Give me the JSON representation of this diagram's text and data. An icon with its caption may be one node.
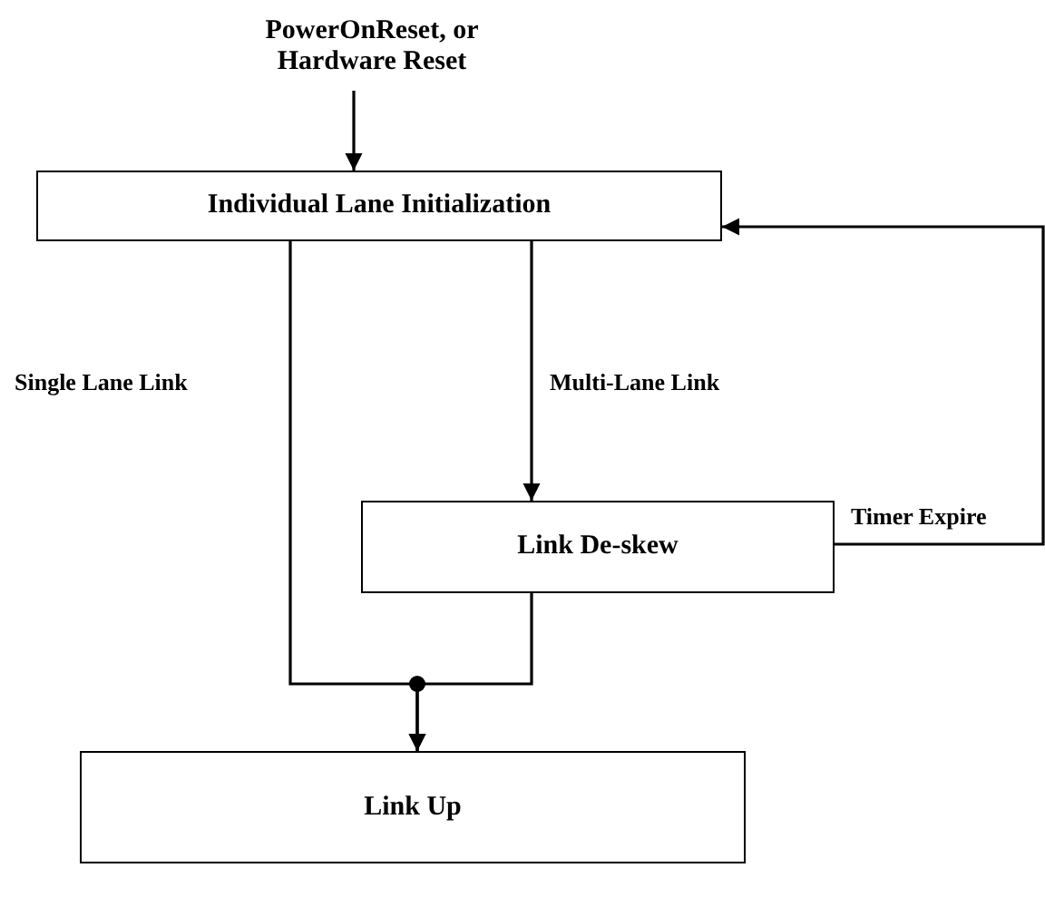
{
  "diagram": {
    "nodes": [
      {
        "text": [
          "PowerOnReset, or Hardware Reset"
        ]
      },
      {
        "text": [
          "Individual Lane Initialization"
        ]
      },
      {
        "text": [
          "Link De-skew"
        ]
      },
      {
        "text": [
          "Link Up"
        ]
      }
    ],
    "edges": [
      {
        "from": 0,
        "to": 1,
        "arrow": "to"
      },
      {
        "from": 1,
        "to": 2,
        "label": "Multi-Lane Link",
        "arrow": "to"
      },
      {
        "from": 1,
        "to": 3,
        "label": "Single Lane Link",
        "arrow": "to"
      },
      {
        "from": 2,
        "to": 3,
        "arrow": "to"
      },
      {
        "from": 2,
        "to": 1,
        "label": "Timer Expire",
        "arrow": "to"
      }
    ]
  }
}
